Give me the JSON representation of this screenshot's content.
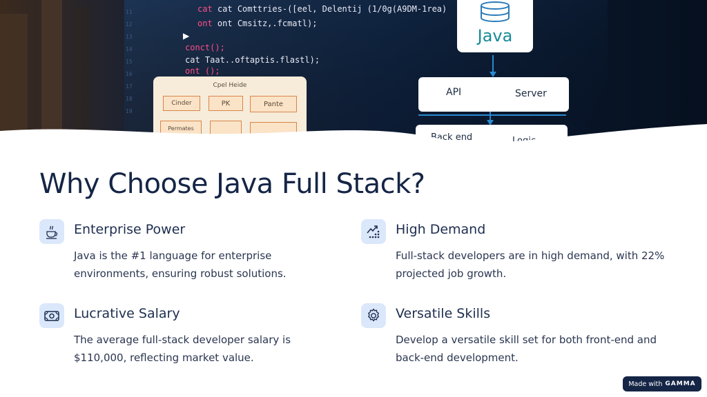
{
  "hero": {
    "code_lines": [
      "cat Comttries-([eel, Delentij (1/0g(A9DM-1rea)",
      "ont Cmsitz,.fcmatl);",
      "conct();",
      "cat Taat..oftaptis.flastl);",
      "ont ();"
    ],
    "panel": {
      "title": "Cpel Heide",
      "boxes": [
        "Cinder",
        "PK",
        "Pante",
        "Permates"
      ]
    },
    "diagram": {
      "java_label": "Java",
      "api_label": "API",
      "server_label": "Server",
      "backend_label": "Back end",
      "logic_label": "Logic"
    }
  },
  "title": "Why Choose Java Full Stack?",
  "features": [
    {
      "icon": "java-coffee-icon",
      "heading": "Enterprise Power",
      "text": "Java is the #1 language for enterprise environments, ensuring robust solutions."
    },
    {
      "icon": "growth-chart-icon",
      "heading": "High Demand",
      "text": "Full-stack developers are in high demand, with 22% projected job growth."
    },
    {
      "icon": "money-bill-icon",
      "heading": "Lucrative Salary",
      "text": "The average full-stack developer salary is $110,000, reflecting market value."
    },
    {
      "icon": "gear-icon",
      "heading": "Versatile Skills",
      "text": "Develop a versatile skill set for both front-end and back-end development."
    }
  ],
  "badge": {
    "made_with": "Made with",
    "brand": "GAMMA"
  },
  "colors": {
    "title": "#152546",
    "icon_bg": "#dbe7fb",
    "icon_stroke": "#1d2d4f",
    "badge_bg": "#152546"
  }
}
